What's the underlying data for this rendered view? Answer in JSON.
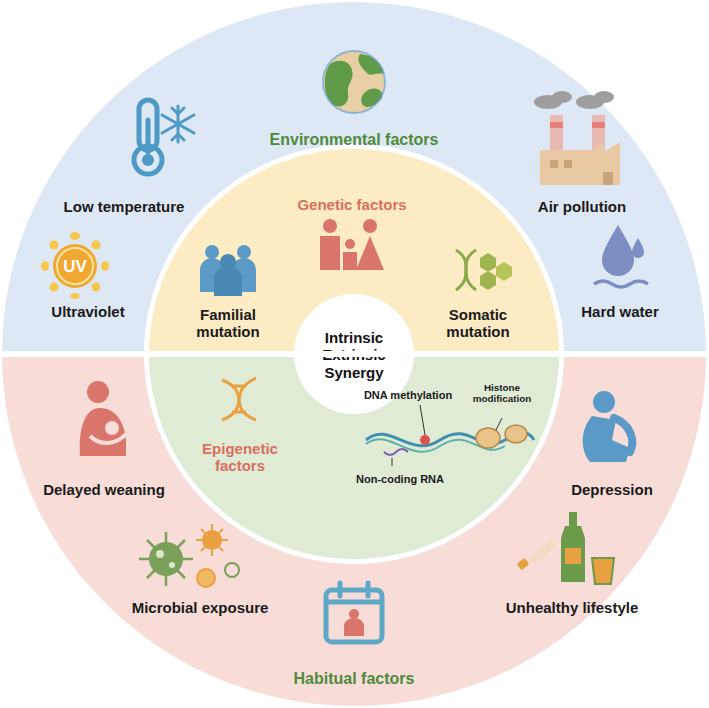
{
  "diagram": {
    "nodes": [
      {
        "text": [
          "Environmental factors"
        ]
      },
      {
        "text": [
          "Habitual factors"
        ]
      },
      {
        "text": [
          "Genetic factors"
        ]
      },
      {
        "text": [
          "Epigenetic factors"
        ]
      },
      {
        "text": [
          "Intrinsic Extrinsic Synergy"
        ]
      }
    ],
    "labels": [
      "Low temperature",
      "Ultraviolet",
      "UV",
      "Air pollution",
      "Hard water",
      "Familial mutation",
      "Somatic mutation",
      "DNA methylation",
      "Histone modification",
      "Non-coding RNA",
      "Delayed weaning",
      "Microbial exposure",
      "Depression",
      "Unhealthy lifestyle"
    ]
  }
}
